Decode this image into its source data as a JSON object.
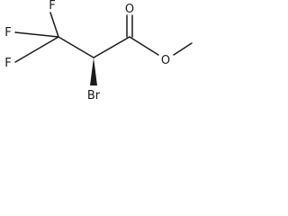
{
  "molecule": {
    "atoms": {
      "f_top": "F",
      "f_upper_left": "F",
      "f_lower_left": "F",
      "o_carbonyl": "O",
      "o_ester": "O",
      "br": "Br"
    },
    "colors": {
      "ink": "#1a1a1a",
      "background": "#ffffff"
    }
  }
}
